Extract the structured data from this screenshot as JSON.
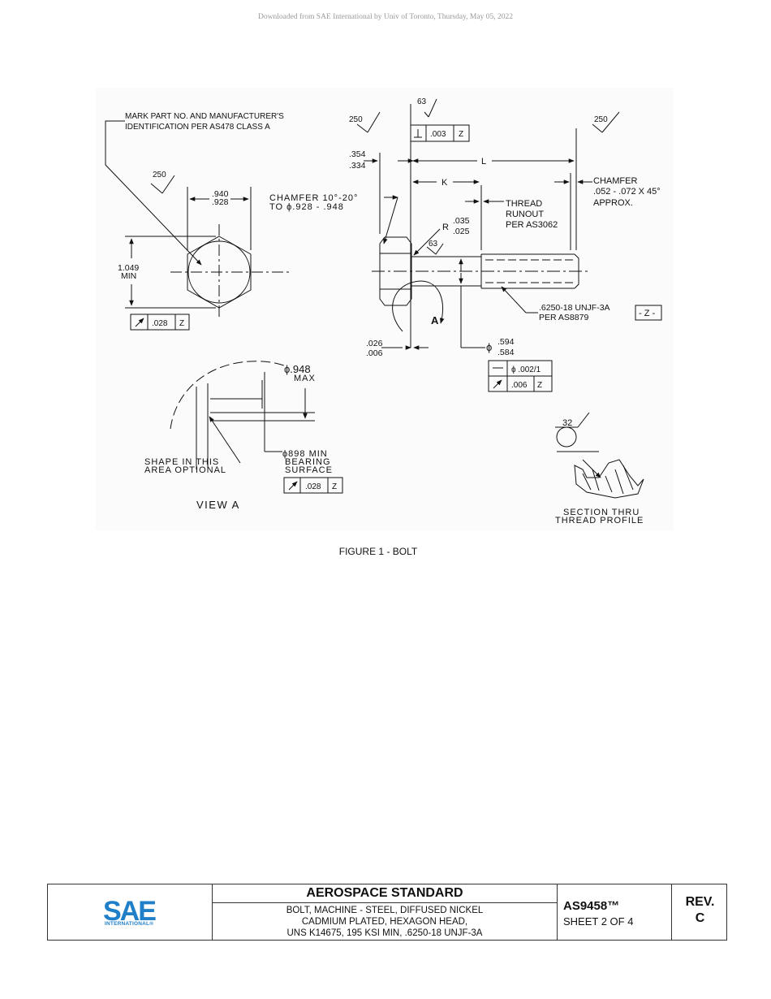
{
  "watermark": "Downloaded from SAE International by Univ of Toronto, Thursday, May 05, 2022",
  "figure": {
    "caption": "FIGURE 1 - BOLT",
    "mark_note": [
      "MARK PART NO. AND MANUFACTURER'S",
      "IDENTIFICATION PER AS478 CLASS A"
    ],
    "finish_250_a": "250",
    "finish_250_b": "250",
    "finish_250_c": "250",
    "finish_63_top": "63",
    "finish_63_shank": "63",
    "finish_32": "32",
    "across_flats": [
      ".940",
      ".928"
    ],
    "across_corners": [
      "1.049",
      "MIN"
    ],
    "hex_runout": ".028",
    "datum_z": "Z",
    "chamfer_head": [
      "CHAMFER 10°-20°",
      "TO ϕ.928 - .948"
    ],
    "head_height": [
      ".354",
      ".334"
    ],
    "perp_tol": ".003",
    "length_L": "L",
    "length_K": "K",
    "chamfer_end": [
      "CHAMFER",
      ".052 - .072 X 45°",
      "APPROX."
    ],
    "thread_runout": [
      "THREAD",
      "RUNOUT",
      "PER AS3062"
    ],
    "fillet_r": "R",
    "fillet_vals": [
      ".035",
      ".025"
    ],
    "thread_spec": [
      ".6250-18 UNJF-3A",
      "PER AS8879"
    ],
    "datum_label": "- Z -",
    "view_letter": "A",
    "underhead": [
      ".026",
      ".006"
    ],
    "shank_dia": [
      ".594",
      ".584"
    ],
    "straight_tol": "ϕ .002/1",
    "runout_tol": ".006",
    "view_a_dia": [
      "ϕ.948",
      "MAX"
    ],
    "bearing": [
      "ϕ898 MIN",
      "BEARING",
      "SURFACE"
    ],
    "bearing_tol": ".028",
    "shape_note": [
      "SHAPE IN THIS",
      "AREA OPTIONAL"
    ],
    "view_a_title": "VIEW A",
    "section_note": [
      "SECTION THRU",
      "THREAD PROFILE"
    ]
  },
  "title_block": {
    "logo_text": "SAE",
    "logo_sub": "INTERNATIONAL®",
    "heading": "AEROSPACE STANDARD",
    "desc": [
      "BOLT, MACHINE - STEEL, DIFFUSED NICKEL",
      "CADMIUM PLATED, HEXAGON HEAD,",
      "UNS K14675, 195 KSI MIN, .6250-18 UNJF-3A"
    ],
    "doc_number": "AS9458™",
    "sheet": "SHEET 2 OF 4",
    "rev_label": "REV.",
    "rev_value": "C"
  },
  "colors": {
    "ink": "#111111",
    "logo_blue": "#1f7fc8"
  }
}
